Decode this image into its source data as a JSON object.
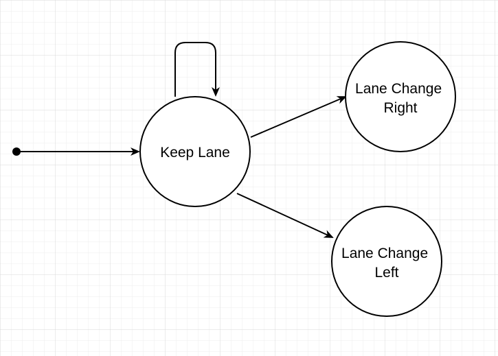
{
  "diagram": {
    "type": "state-machine",
    "background": "grid",
    "colors": {
      "canvas": "#ffffff",
      "grid_minor": "#ececec",
      "grid_major": "#d9d9d9",
      "stroke": "#000000",
      "node_fill": "#ffffff"
    },
    "initial_marker": "filled-dot",
    "nodes": [
      {
        "id": "keep_lane",
        "label_lines": [
          "Keep Lane"
        ]
      },
      {
        "id": "lane_change_right",
        "label_lines": [
          "Lane Change",
          "Right"
        ]
      },
      {
        "id": "lane_change_left",
        "label_lines": [
          "Lane Change",
          "Left"
        ]
      }
    ],
    "edges": [
      {
        "from": "start",
        "to": "keep_lane"
      },
      {
        "from": "keep_lane",
        "to": "keep_lane"
      },
      {
        "from": "keep_lane",
        "to": "lane_change_right"
      },
      {
        "from": "keep_lane",
        "to": "lane_change_left"
      }
    ]
  }
}
